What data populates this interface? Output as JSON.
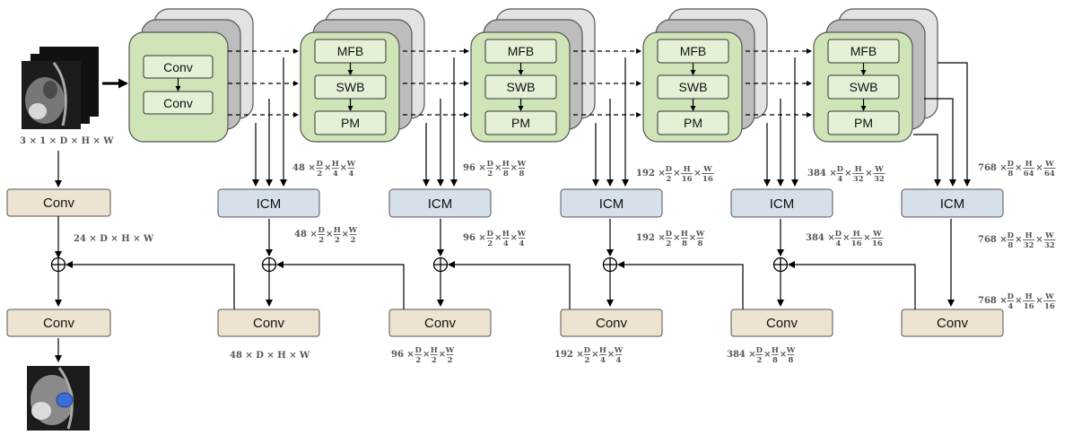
{
  "input_shape": "3 × 1 × D × H × W",
  "blocks": {
    "conv": "Conv",
    "mfb": "MFB",
    "swb": "SWB",
    "pm": "PM",
    "icm": "ICM"
  },
  "labels": {
    "skip0": "24 × D × H × W",
    "dec1_out": "48 × D × H × W",
    "s1_pre": "48 ×",
    "s2_pre": "96 ×",
    "s3_pre": "192 ×",
    "s4_pre": "384 ×",
    "s5_pre": "768 ×"
  },
  "colors": {
    "encoder_green": "#cfe5b8",
    "module_green": "#e4f1d6",
    "stack_grey1": "#bdbdbd",
    "stack_grey2": "#e3e3e3",
    "icm_blue": "#d5e0ea",
    "conv_beige": "#ece4d0",
    "label_grey": "#555555"
  }
}
